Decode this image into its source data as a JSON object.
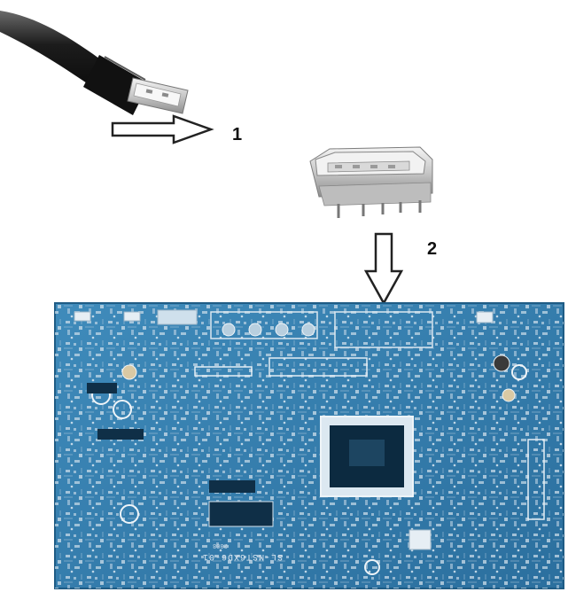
{
  "steps": [
    {
      "number": "1"
    },
    {
      "number": "2"
    }
  ],
  "board": {
    "silkscreen_code": "SL-MST6XD6-01",
    "silkscreen_date": "2008"
  },
  "colors": {
    "pcb_base": "#2f78a8",
    "pcb_trace": "#c9dbe8",
    "chip": "#0c2a40",
    "arrow_stroke": "#222222"
  },
  "icons": [
    "usb-plug-icon",
    "usb-receptacle-icon",
    "arrow-right-icon",
    "arrow-down-icon",
    "circuit-board-icon"
  ]
}
